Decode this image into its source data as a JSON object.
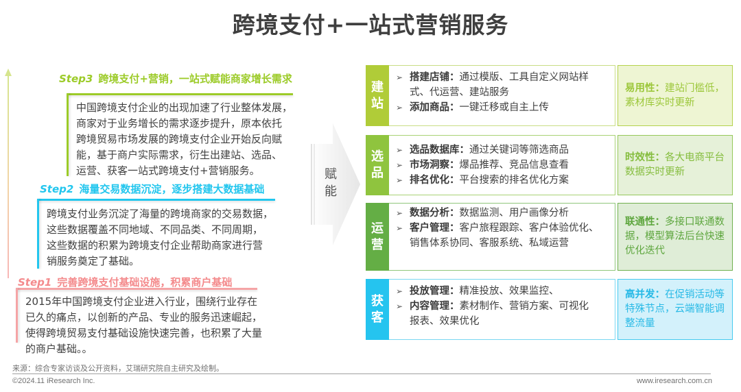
{
  "title": "跨境支付+一站式营销服务",
  "steps": {
    "step3": {
      "no": "Step3",
      "heading": "跨境支付+营销，一站式赋能商家增长需求",
      "lines": [
        "中国跨境支付企业的出现加速了行业整体发展，",
        "商家对于业务增长的需求逐步提升，原本依托",
        "跨境贸易市场发展的跨境支付企业开始反向赋",
        "能，基于商户实际需求，衍生出建站、选品、",
        "运营、获客一站式跨境支付+营销服务。"
      ],
      "color": "#9ccb28"
    },
    "step2": {
      "no": "Step2",
      "heading": "海量交易数据沉淀，逐步搭建大数据基础",
      "lines": [
        "跨境支付业务沉淀了海量的跨境商家的交易数据，",
        "这些数据覆盖不同地域、不同品类、不同周期，",
        "这些数据的积累为跨境支付企业帮助商家进行营",
        "销服务奠定了基础。"
      ],
      "color": "#22c6ee"
    },
    "step1": {
      "no": "Step1",
      "heading": "完善跨境支付基础设施，积累商户基础",
      "lines": [
        "2015年中国跨境支付企业进入行业，围绕行业存在",
        "已久的痛点，以创新的产品、专业的服务迅速崛起，",
        "使得跨境贸易支付基础设施快速完善，也积累了大量",
        "的商户基础。。"
      ],
      "color": "#f48a8c"
    }
  },
  "enable_label": [
    "赋",
    "能"
  ],
  "rows": [
    {
      "category": [
        "建",
        "站"
      ],
      "color": "#b0cc38",
      "items": [
        {
          "key": "搭建店铺：",
          "lines": [
            "通过模版、工具自定义网站样",
            "式、代运营、建站服务"
          ]
        },
        {
          "key": "添加商品：",
          "lines": [
            "一键迁移或自主上传"
          ]
        }
      ],
      "feature_key": "易用性：",
      "feature_text": "建站门槛低，素材库实时更新"
    },
    {
      "category": [
        "选",
        "品"
      ],
      "color": "#8fc43e",
      "items": [
        {
          "key": "选品数据库：",
          "lines": [
            "通过关键词等筛选商品"
          ]
        },
        {
          "key": "市场洞察：",
          "lines": [
            "爆品推荐、竞品信息查看"
          ]
        },
        {
          "key": "排名优化：",
          "lines": [
            "平台搜索的排名优化方案"
          ]
        }
      ],
      "feature_key": "时效性：",
      "feature_text": "各大电商平台数据实时更新"
    },
    {
      "category": [
        "运",
        "营"
      ],
      "color": "#64ae45",
      "items": [
        {
          "key": "数据分析：",
          "lines": [
            "数据监测、用户画像分析"
          ]
        },
        {
          "key": "客户管理：",
          "lines": [
            "客户旅程跟踪、客户体验优化、",
            "销售体系协同、客服系统、私域运营"
          ]
        }
      ],
      "feature_key": "联通性：",
      "feature_text": "多接口联通数据，模型算法后台快速优化迭代"
    },
    {
      "category": [
        "获",
        "客"
      ],
      "color": "#25c4ef",
      "items": [
        {
          "key": "投放管理：",
          "lines": [
            "精准投放、效果监控、"
          ]
        },
        {
          "key": "内容管理：",
          "lines": [
            "素材制作、营销方案、可视化",
            "报表、效果优化"
          ]
        }
      ],
      "feature_key": "高并发：",
      "feature_text": "在促销活动等特殊节点，云端智能调整流量"
    }
  ],
  "bullet_icon": "arrowhead-bullet-icon",
  "footer": {
    "source": "来源：综合专家访谈及公开资料，艾瑞研究院自主研究及绘制。",
    "copyright": "©2024.11 iResearch Inc.",
    "website": "www.iresearch.com.cn"
  }
}
